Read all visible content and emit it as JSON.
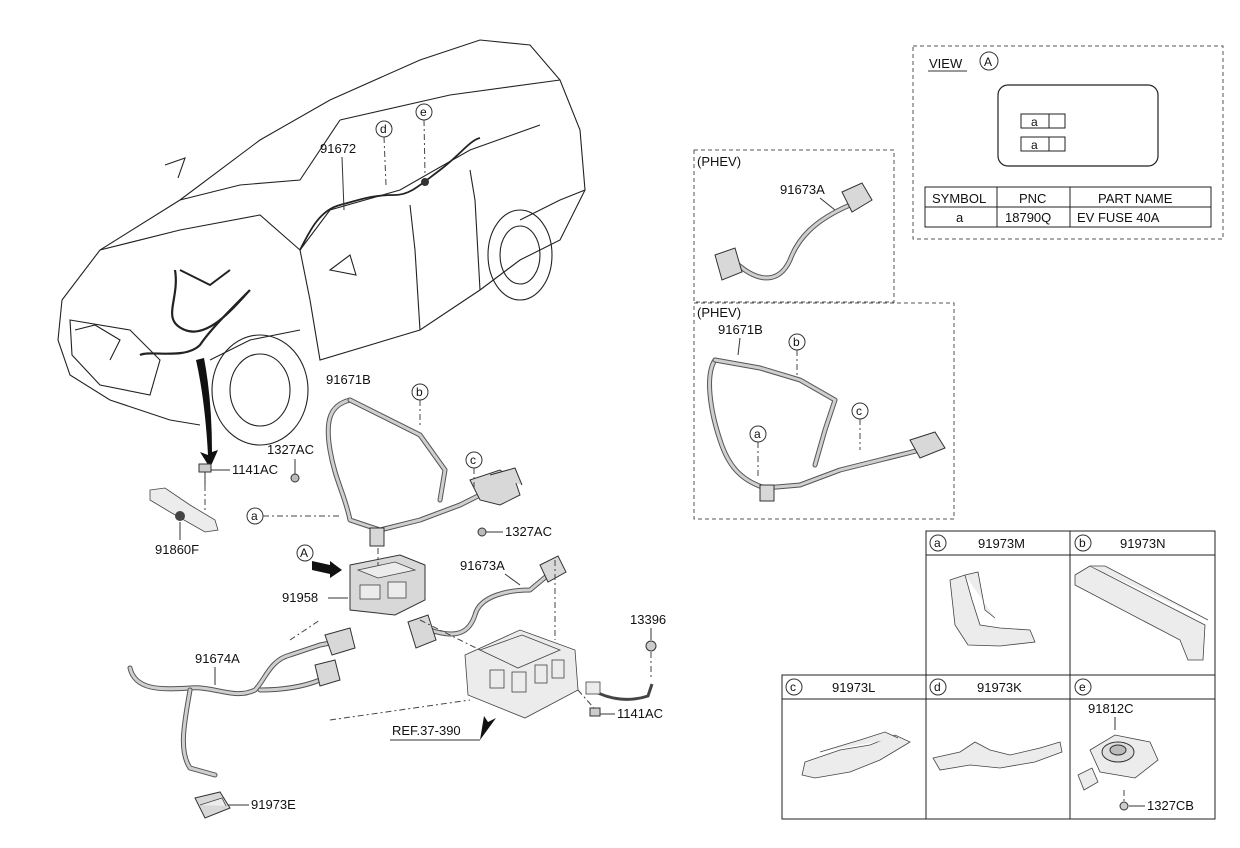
{
  "labels": {
    "p91672": "91672",
    "p91671B": "91671B",
    "p1327AC_1": "1327AC",
    "p1327AC_2": "1327AC",
    "p1141AC_1": "1141AC",
    "p1141AC_2": "1141AC",
    "p91860F": "91860F",
    "p91958": "91958",
    "p91673A": "91673A",
    "p91674A": "91674A",
    "p13396": "13396",
    "p91973E": "91973E",
    "ref": "REF.37-390"
  },
  "callouts": {
    "a": "a",
    "b": "b",
    "c": "c",
    "d": "d",
    "e": "e",
    "A": "A"
  },
  "phev1": {
    "title": "(PHEV)",
    "part": "91673A"
  },
  "phev2": {
    "title": "(PHEV)",
    "part": "91671B"
  },
  "view": {
    "title": "VIEW",
    "marker": "A",
    "fuse_labels": [
      "a",
      "a"
    ],
    "table": {
      "headers": [
        "SYMBOL",
        "PNC",
        "PART NAME"
      ],
      "rows": [
        [
          "a",
          "18790Q",
          "EV FUSE 40A"
        ]
      ]
    }
  },
  "grid": {
    "cells": [
      {
        "symbol": "a",
        "pnc": "91973M"
      },
      {
        "symbol": "b",
        "pnc": "91973N"
      },
      {
        "symbol": "c",
        "pnc": "91973L"
      },
      {
        "symbol": "d",
        "pnc": "91973K"
      },
      {
        "symbol": "e",
        "pnc": "91812C",
        "extra": "1327CB"
      }
    ]
  }
}
